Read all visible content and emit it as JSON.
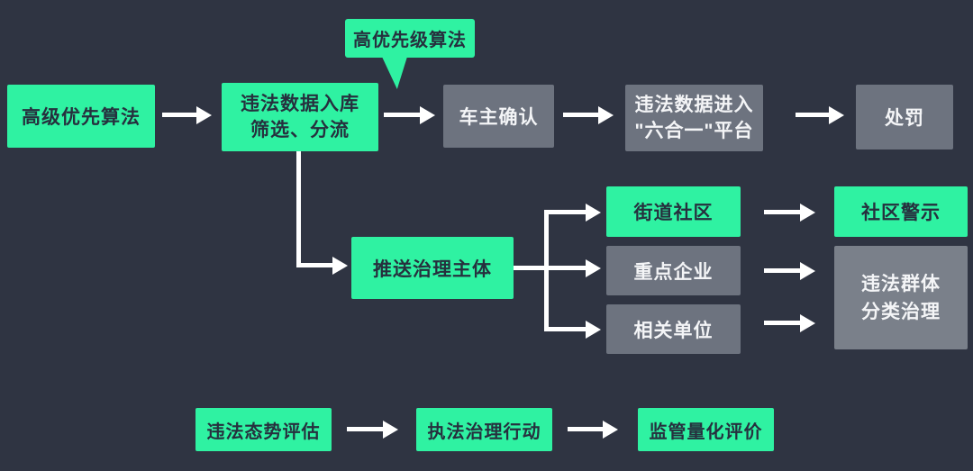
{
  "colors": {
    "background": "#2F3442",
    "green": "#2FF2A2",
    "gray": "#6D737F",
    "gray_tall": "#7A808A",
    "text_dark": "#26303E",
    "text_light": "#F4F5F7",
    "arrow": "#FFFFFF"
  },
  "callout": {
    "label": "高优先级算法"
  },
  "main_flow": {
    "advanced_algorithm": "高级优先算法",
    "data_intake": "违法数据入库\n筛选、分流",
    "owner_confirm": "车主确认",
    "six_in_one": "违法数据进入\n\"六合一\"平台",
    "punishment": "处罚"
  },
  "governance_flow": {
    "push_subject": "推送治理主体",
    "street_community": "街道社区",
    "key_enterprises": "重点企业",
    "related_units": "相关单位",
    "community_warning": "社区警示",
    "group_classification": "违法群体\n分类治理"
  },
  "evaluation_flow": {
    "situation_assessment": "违法态势评估",
    "enforcement_action": "执法治理行动",
    "quantitative_evaluation": "监管量化评价"
  }
}
